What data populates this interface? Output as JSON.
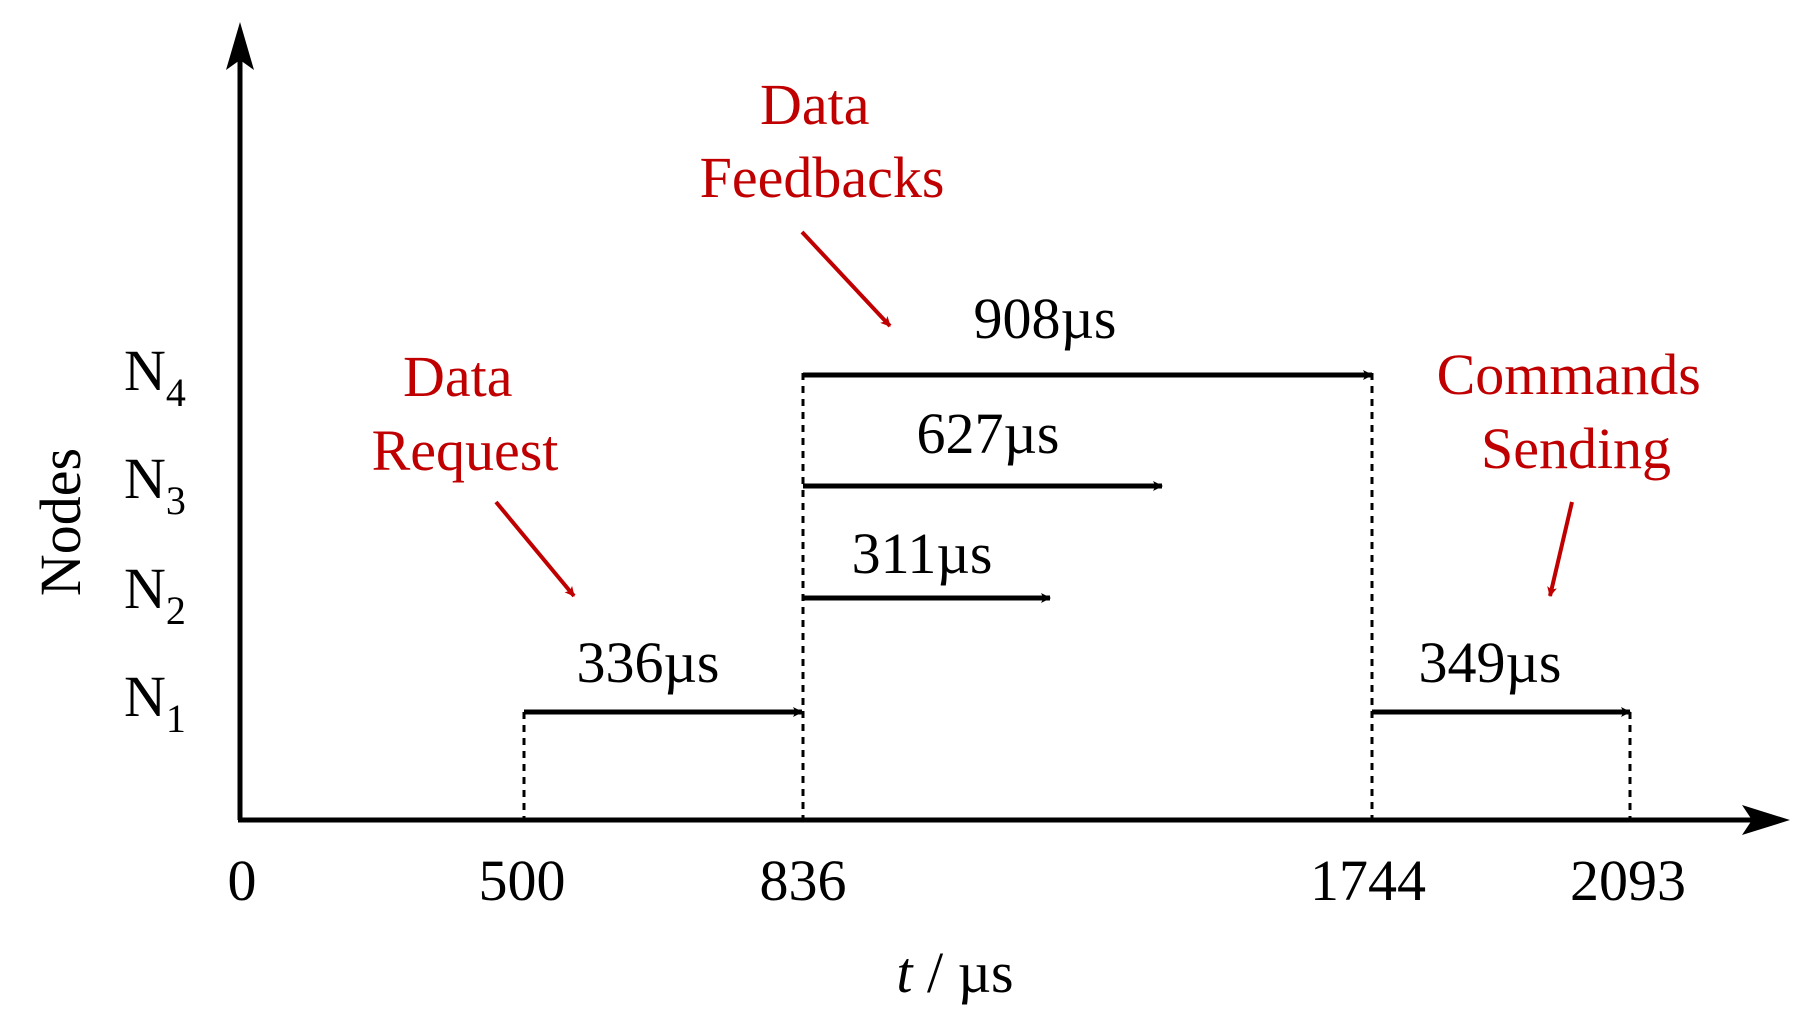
{
  "y_axis_label": "Nodes",
  "x_axis_label": {
    "var": "t",
    "sep": " / ",
    "unit": "µs"
  },
  "x_ticks": [
    "0",
    "500",
    "836",
    "1744",
    "2093"
  ],
  "nodes": [
    {
      "base": "N",
      "sub": "4"
    },
    {
      "base": "N",
      "sub": "3"
    },
    {
      "base": "N",
      "sub": "2"
    },
    {
      "base": "N",
      "sub": "1"
    }
  ],
  "messages": [
    {
      "label": "336µs",
      "node": "N1",
      "start_us": 500,
      "end_us": 836
    },
    {
      "label": "311µs",
      "node": "N2",
      "start_us": 836,
      "end_us": 1147
    },
    {
      "label": "627µs",
      "node": "N3",
      "start_us": 836,
      "end_us": 1463
    },
    {
      "label": "908µs",
      "node": "N4",
      "start_us": 836,
      "end_us": 1744
    },
    {
      "label": "349µs",
      "node": "N1",
      "start_us": 1744,
      "end_us": 2093
    }
  ],
  "annotations": {
    "data_request": [
      "Data",
      "Request"
    ],
    "data_feedbacks": [
      "Data",
      "Feedbacks"
    ],
    "commands_sending": [
      "Commands",
      "Sending"
    ]
  },
  "colors": {
    "annotation": "#c00000",
    "lines": "#000000",
    "background": "#ffffff"
  }
}
